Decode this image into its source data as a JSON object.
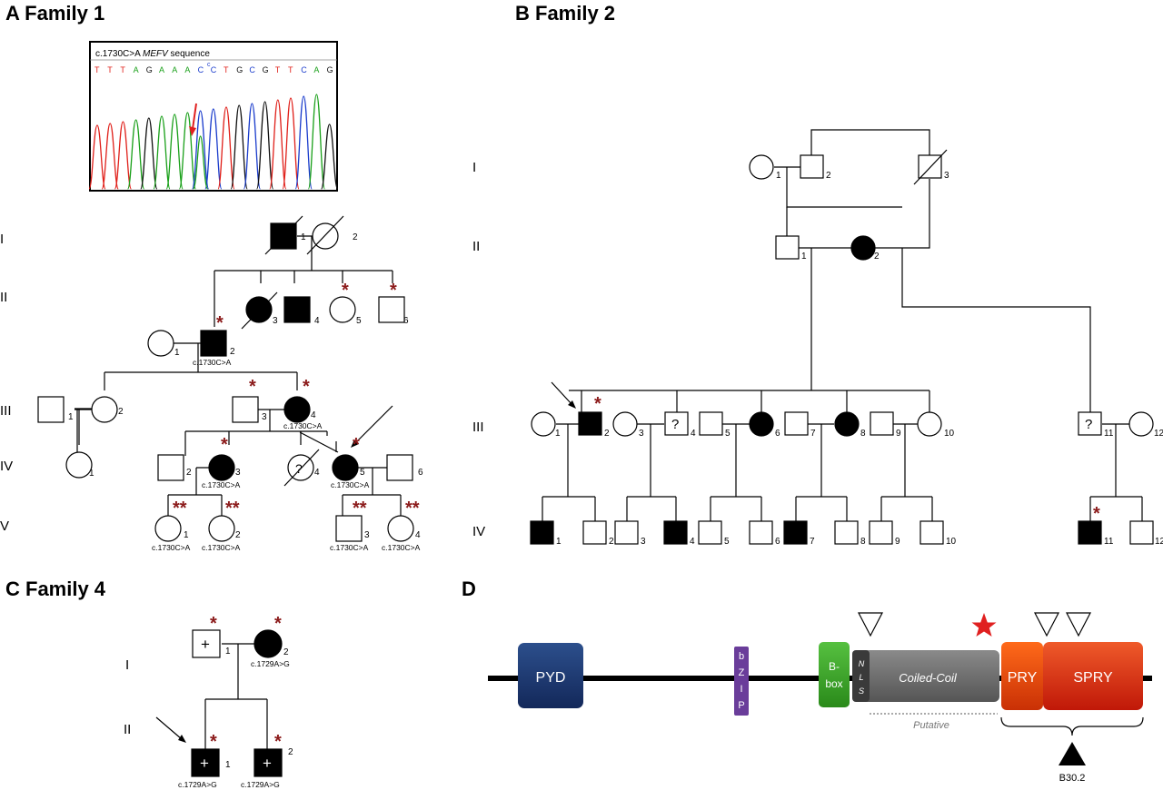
{
  "panels": {
    "a": "A  Family 1",
    "b": "B  Family 2",
    "c": "C  Family 4",
    "d": "D"
  },
  "generations": {
    "g1": "I",
    "g2": "II",
    "g3": "III",
    "g4": "IV",
    "g5": "V"
  },
  "chromatogram": {
    "title_prefix": "c.1730C>A ",
    "title_gene": "MEFV",
    "title_suffix": " sequence",
    "bases": [
      "T",
      "T",
      "T",
      "A",
      "G",
      "A",
      "A",
      "A",
      "C",
      "C",
      "T",
      "G",
      "C",
      "G",
      "T",
      "T",
      "C",
      "A",
      "G"
    ],
    "alt_base": "c"
  },
  "symbols": {
    "proband_marker": "*",
    "double_marker": "**",
    "unknown": "?",
    "plus": "+"
  },
  "variants": {
    "v1730": "c.1730C>A",
    "v1729": "c.1729A>G"
  },
  "individual_numbers": {
    "n1": "1",
    "n2": "2",
    "n3": "3",
    "n4": "4",
    "n5": "5",
    "n6": "6",
    "n7": "7",
    "n8": "8",
    "n9": "9",
    "n10": "10",
    "n11": "11",
    "n12": "12"
  },
  "domains": {
    "pyd": "PYD",
    "bzip": [
      "b",
      "Z",
      "I",
      "P"
    ],
    "bbox": [
      "B-",
      "box"
    ],
    "nls": [
      "N",
      "L",
      "S"
    ],
    "coiled": "Coiled-Coil",
    "putative": "Putative",
    "pry": "PRY",
    "spry": "SPRY",
    "b302": "B30.2"
  },
  "colors": {
    "pyd": "#1f3a6e",
    "bzip": "#6a3d9a",
    "bbox": "#3a9a2a",
    "nls": "#3a3a3a",
    "coiled": "#6e6e6e",
    "pry": "#d43a12",
    "spry": "#cc2a10",
    "asterisk": "#8b1a1a",
    "star": "#e02020",
    "arrow": "#e02020"
  }
}
